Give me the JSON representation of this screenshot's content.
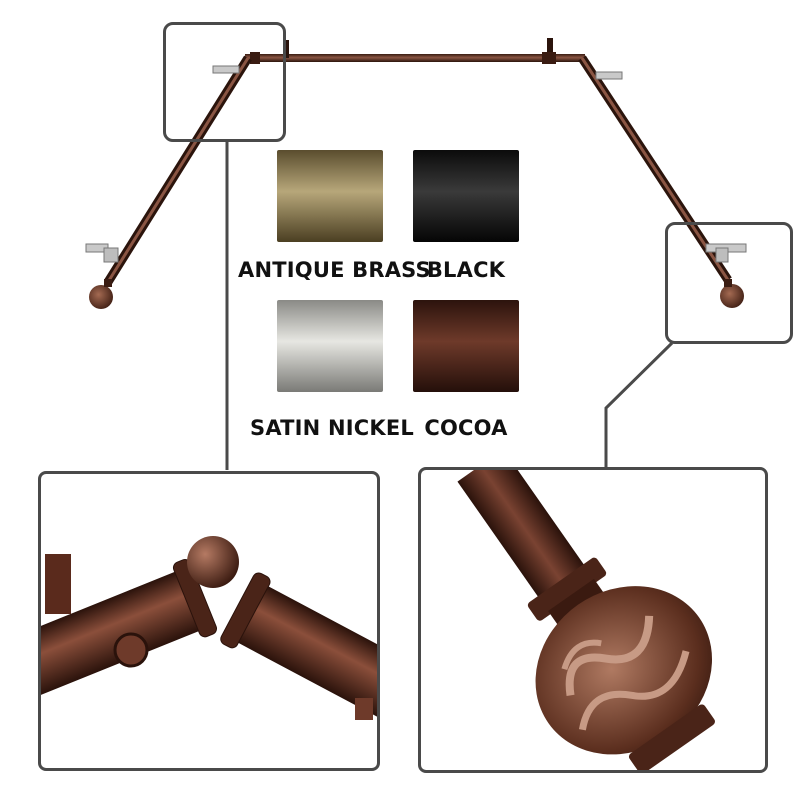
{
  "product": {
    "swatches": [
      {
        "label": "ANTIQUE BRASS",
        "color_top": "#5a4d2e",
        "color_mid": "#b7a77a",
        "color_bottom": "#4b3f22"
      },
      {
        "label": "BLACK",
        "color_top": "#0b0b0b",
        "color_mid": "#3a3a3a",
        "color_bottom": "#050505"
      },
      {
        "label": "SATIN NICKEL",
        "color_top": "#8a8a86",
        "color_mid": "#e7e7e2",
        "color_bottom": "#7a7a76"
      },
      {
        "label": "COCOA",
        "color_top": "#2c130d",
        "color_mid": "#6e3a2a",
        "color_bottom": "#240f0a"
      }
    ],
    "rod_color": "#5b2e1e",
    "frame_color": "#4a4a4a"
  }
}
